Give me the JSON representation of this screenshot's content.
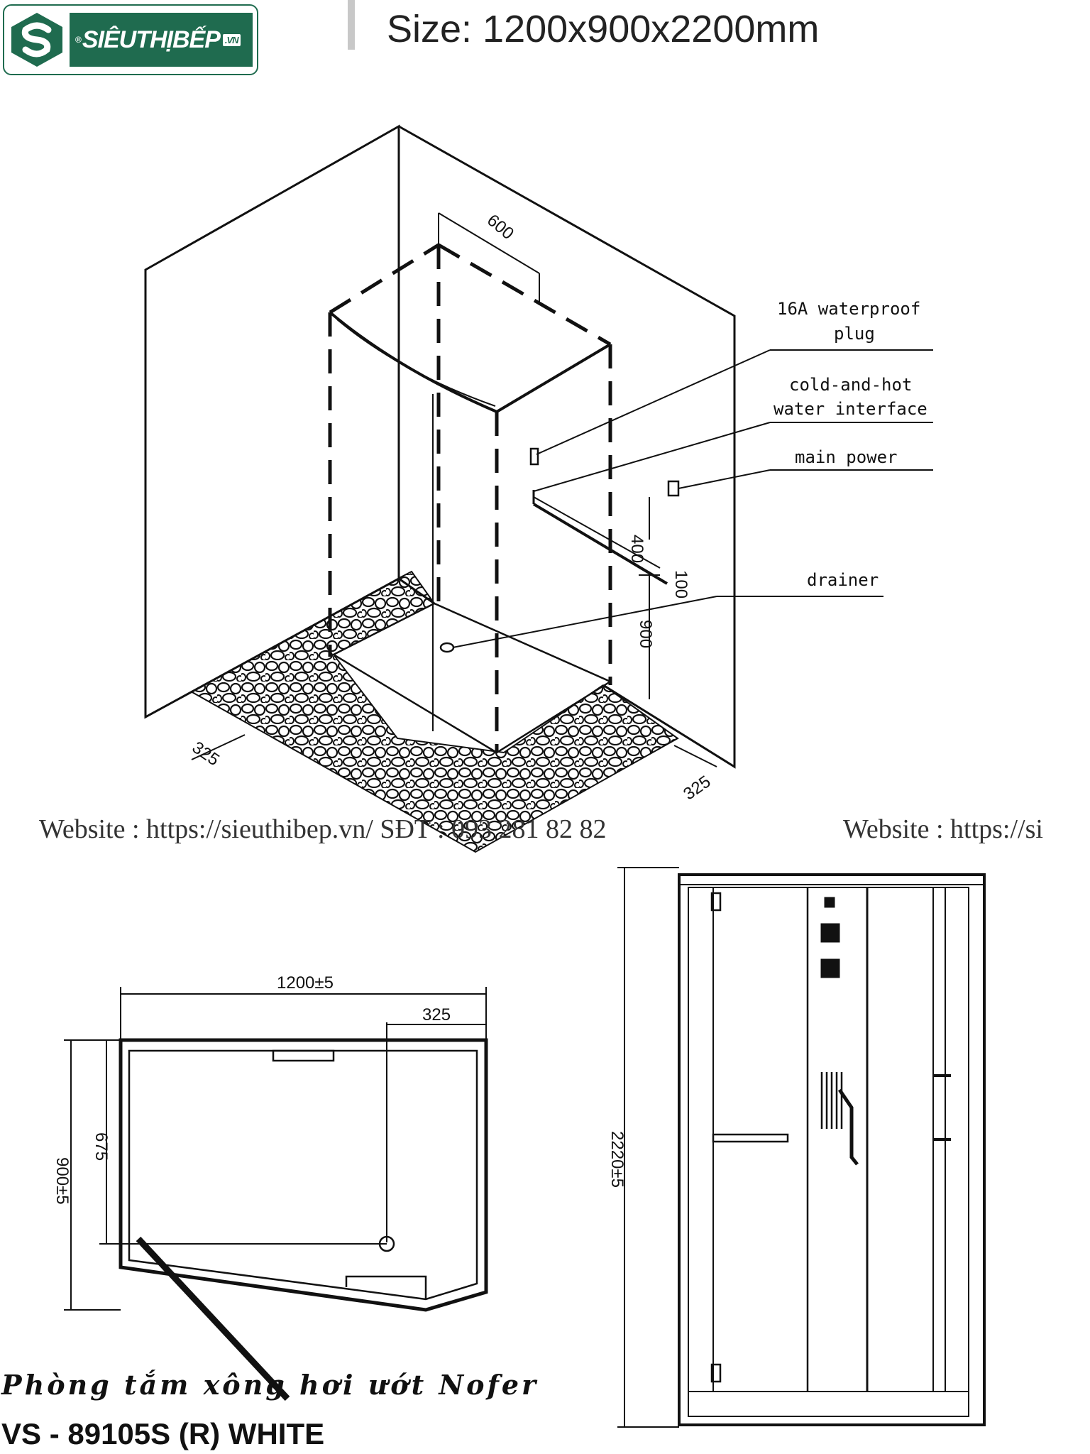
{
  "brand": {
    "name": "SIÊUTHỊBẾP",
    "suffix": ".VN",
    "mark": "®",
    "color": "#1f6b4f"
  },
  "header": {
    "size_title": "Size: 1200x900x2200mm"
  },
  "isometric": {
    "labels": {
      "plug_line1": "16A waterproof",
      "plug_line2": "plug",
      "water_line1": "cold-and-hot",
      "water_line2": "water interface",
      "main_power": "main power",
      "drainer": "drainer"
    },
    "dimensions": {
      "top_depth": "600",
      "height_400": "400",
      "height_100": "100",
      "height_900": "900",
      "left_offset": "325",
      "right_offset": "325"
    }
  },
  "watermark": {
    "text1": "Website : https://sieuthibep.vn/    SĐT : 093 281 82 82",
    "text2": "Website : https://si"
  },
  "plan": {
    "width": "1200±5",
    "offset": "325",
    "depth": "900±5",
    "inner_depth": "675"
  },
  "elevation": {
    "height": "2220±5"
  },
  "product": {
    "name": "Phòng tắm xông hơi ướt Nofer",
    "code": "VS - 89105S (R) WHITE"
  }
}
